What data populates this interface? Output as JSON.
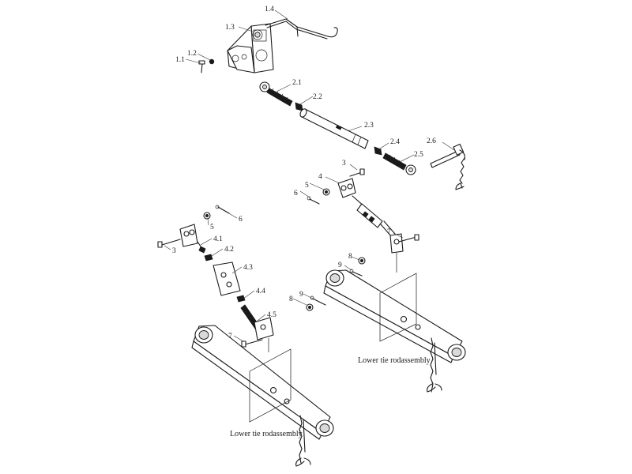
{
  "callouts": {
    "c1_1": "1.1",
    "c1_2": "1.2",
    "c1_3": "1.3",
    "c1_4": "1.4",
    "c2_1": "2.1",
    "c2_2": "2.2",
    "c2_3": "2.3",
    "c2_4": "2.4",
    "c2_5": "2.5",
    "c2_6": "2.6",
    "c3": "3",
    "c4": "4",
    "c5": "5",
    "c6": "6",
    "c7": "7",
    "c8": "8",
    "c9": "9",
    "c4_1": "4.1",
    "c4_2": "4.2",
    "c4_3": "4.3",
    "c4_4": "4.4",
    "c4_5": "4.5"
  },
  "captions": {
    "right_assembly": "Lower tie rodassembly",
    "left_assembly": "Lower tie rodassembly"
  }
}
